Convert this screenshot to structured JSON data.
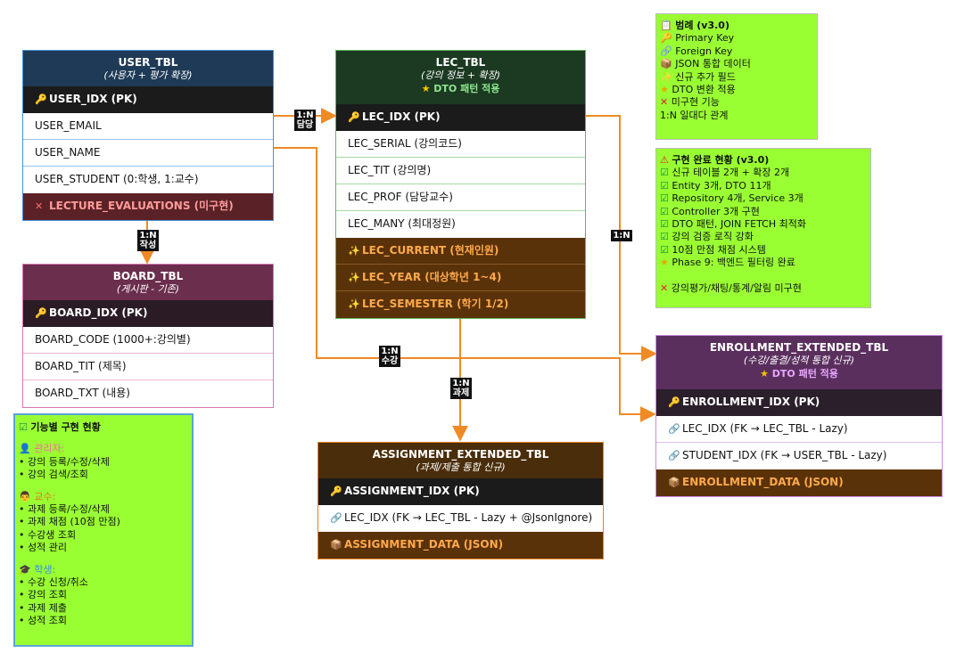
{
  "user_tbl": {
    "title": "USER_TBL",
    "subtitle": "(사용자 + 평가 확장)",
    "rows": {
      "pk": "USER_IDX (PK)",
      "email": "USER_EMAIL",
      "name": "USER_NAME",
      "student": "USER_STUDENT (0:학생, 1:교수)",
      "evals": "LECTURE_EVALUATIONS (미구현)"
    }
  },
  "lec_tbl": {
    "title": "LEC_TBL",
    "subtitle": "(강의 정보 + 확장)",
    "badge": "DTO 패턴 적용",
    "rows": {
      "pk": "LEC_IDX (PK)",
      "serial": "LEC_SERIAL (강의코드)",
      "tit": "LEC_TIT (강의명)",
      "prof": "LEC_PROF (담당교수)",
      "many": "LEC_MANY (최대정원)",
      "current": "LEC_CURRENT (현재인원)",
      "year": "LEC_YEAR (대상학년 1~4)",
      "semester": "LEC_SEMESTER (학기 1/2)"
    }
  },
  "board_tbl": {
    "title": "BOARD_TBL",
    "subtitle": "(게시판 - 기존)",
    "rows": {
      "pk": "BOARD_IDX (PK)",
      "code": "BOARD_CODE (1000+:강의별)",
      "tit": "BOARD_TIT (제목)",
      "txt": "BOARD_TXT (내용)"
    }
  },
  "enrollment_tbl": {
    "title": "ENROLLMENT_EXTENDED_TBL",
    "subtitle": "(수강/출결/성적 통합 신규)",
    "badge": "DTO 패턴 적용",
    "rows": {
      "pk": "ENROLLMENT_IDX (PK)",
      "lec": "LEC_IDX (FK → LEC_TBL - Lazy)",
      "student": "STUDENT_IDX (FK → USER_TBL - Lazy)",
      "data": "ENROLLMENT_DATA (JSON)"
    }
  },
  "assignment_tbl": {
    "title": "ASSIGNMENT_EXTENDED_TBL",
    "subtitle": "(과제/제출 통합 신규)",
    "rows": {
      "pk": "ASSIGNMENT_IDX (PK)",
      "lec": "LEC_IDX (FK → LEC_TBL - Lazy + @JsonIgnore)",
      "data": "ASSIGNMENT_DATA (JSON)"
    }
  },
  "relations": {
    "user_lec": [
      "1:N",
      "담당"
    ],
    "user_board": [
      "1:N",
      "작성"
    ],
    "user_enroll": [
      "1:N",
      "수강"
    ],
    "lec_assign": [
      "1:N",
      "과제"
    ],
    "lec_enroll": [
      "1:N"
    ]
  },
  "legend": {
    "title": "범례 (v3.0)",
    "items": [
      "Primary Key",
      "Foreign Key",
      "JSON 통합 데이터",
      "신규 추가 필드",
      "DTO 변환 적용",
      "미구현 기능",
      "1:N 일대다 관계"
    ]
  },
  "status": {
    "title": "구현 완료 현황 (v3.0)",
    "items": [
      "신규 테이블 2개 + 확장 2개",
      "Entity 3개, DTO 11개",
      "Repository 4개, Service 3개",
      "Controller 3개 구현",
      "DTO 패턴, JOIN FETCH 최적화",
      "강의 검증 로직 강화",
      "10점 만점 채점 시스템",
      "Phase 9: 백엔드 필터링 완료"
    ],
    "missing": "강의평가/채팅/통계/알림 미구현"
  },
  "features": {
    "title": "기능별 구현 현황",
    "admin": {
      "label": "관리자:",
      "items": [
        "• 강의 등록/수정/삭제",
        "• 강의 검색/조회"
      ]
    },
    "prof": {
      "label": "교수:",
      "items": [
        "• 과제 등록/수정/삭제",
        "• 과제 채점 (10점 만점)",
        "• 수강생 조회",
        "• 성적 관리"
      ]
    },
    "student": {
      "label": "학생:",
      "items": [
        "• 수강 신청/취소",
        "• 강의 조회",
        "• 과제 제출",
        "• 성적 조회"
      ]
    }
  },
  "colors": {
    "user_header": "#1e3a56",
    "lec_header": "#1c3a22",
    "board_header": "#6b2e4d",
    "enroll_header": "#5a2f5e",
    "assign_header": "#4a2d0b",
    "pk_row": "#1b1b1b",
    "ext_row": "#5a3209",
    "missing_row": "#5a2226",
    "arrow": "#f08a24",
    "note_bg": "#99ff33"
  }
}
